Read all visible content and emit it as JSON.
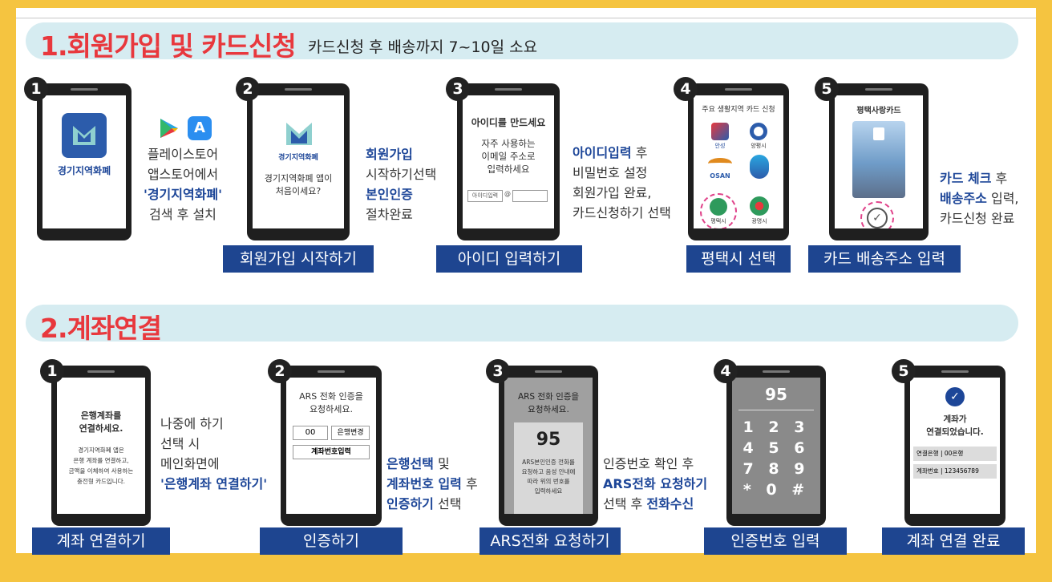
{
  "section1": {
    "title": "1.회원가입 및 카드신청",
    "subtitle": "카드신청 후 배송까지 7~10일 소요",
    "steps": [
      {
        "num": "1",
        "screen": {
          "logo_text": "경기지역화폐"
        },
        "desc": {
          "l1": "플레이스토어",
          "l2": "앱스토어에서",
          "l3": "'경기지역화폐'",
          "l4": "검색 후 설치"
        }
      },
      {
        "num": "2",
        "label": "회원가입 시작하기",
        "screen": {
          "logo_text": "경기지역화폐",
          "l1": "경기지역화폐 앱이",
          "l2": "처음이세요?"
        },
        "desc": {
          "l1": "회원가입",
          "l2": "시작하기선택",
          "l3": "본인인증",
          "l4": "절차완료"
        }
      },
      {
        "num": "3",
        "label": "아이디 입력하기",
        "screen": {
          "title": "아이디를 만드세요",
          "l1": "자주 사용하는",
          "l2": "이메일 주소로",
          "l3": "입력하세요",
          "input_label": "아이디입력",
          "at": "@"
        },
        "desc": {
          "l1_bold": "아이디입력",
          "l1": " 후",
          "l2": "비밀번호 설정",
          "l3": "회원가입 완료,",
          "l4": "카드신청하기 선택"
        }
      },
      {
        "num": "4",
        "label": "평택시 선택",
        "screen": {
          "title": "주요 생활지역 카드 신청",
          "city1": "안성",
          "city2": "양평시",
          "city3": "OSAN",
          "city4": "평택시",
          "city5": "광명시"
        }
      },
      {
        "num": "5",
        "label": "카드 배송주소 입력",
        "screen": {
          "title": "평택사랑카드"
        },
        "desc": {
          "l1_bold": "카드 체크",
          "l1": " 후",
          "l2_bold": "배송주소",
          "l2": " 입력,",
          "l3": "카드신청 완료"
        }
      }
    ]
  },
  "section2": {
    "title": "2.계좌연결",
    "steps": [
      {
        "num": "1",
        "label": "계좌 연결하기",
        "screen": {
          "t1": "은행계좌를",
          "t2": "연결하세요.",
          "l1": "경기지역화폐 앱은",
          "l2": "은행 계좌를 연결하고,",
          "l3": "금액을 이체하여 사용하는",
          "l4": "충전형 카드입니다."
        },
        "desc": {
          "l1": "나중에 하기",
          "l2": "선택 시",
          "l3": "메인화면에",
          "l4": "'은행계좌 연결하기'"
        }
      },
      {
        "num": "2",
        "label": "인증하기",
        "screen": {
          "t1": "ARS 전화 인증을",
          "t2": "요청하세요.",
          "bank_code": "00",
          "bank_change": "은행변경",
          "account_input": "계좌번호입력"
        },
        "desc": {
          "l1_bold": "은행선택",
          "l1": " 및",
          "l2_bold": "계좌번호 입력",
          "l2": " 후",
          "l3_bold": "인증하기",
          "l3": " 선택"
        }
      },
      {
        "num": "3",
        "label": "ARS전화 요청하기",
        "screen": {
          "t1": "ARS 전화 인증을",
          "t2": "요청하세요.",
          "code": "95",
          "l1": "ARS본인인증 전화를",
          "l2": "요청하고 음성 안내에",
          "l3": "따라 위의 번호를",
          "l4": "입력하세요"
        },
        "desc": {
          "l1": "인증번호 확인 후",
          "l2_bold": "ARS전화 요청하기",
          "l3": "선택 후 ",
          "l3_bold": "전화수신"
        }
      },
      {
        "num": "4",
        "label": "인증번호 입력",
        "screen": {
          "code": "95",
          "r1": "1 2 3",
          "r2": "4 5 6",
          "r3": "7 8 9",
          "r4": "* 0 #"
        }
      },
      {
        "num": "5",
        "label": "계좌 연결 완료",
        "screen": {
          "t1": "계좌가",
          "t2": "연결되었습니다.",
          "bank_row": "연결은행 | 00은행",
          "acct_row": "계좌번호 | 123456789"
        }
      }
    ]
  },
  "colors": {
    "background": "#f5c440",
    "banner": "#d6ecf1",
    "title_red": "#e8383d",
    "label_blue": "#1e4590",
    "accent_blue": "#1d4698"
  }
}
